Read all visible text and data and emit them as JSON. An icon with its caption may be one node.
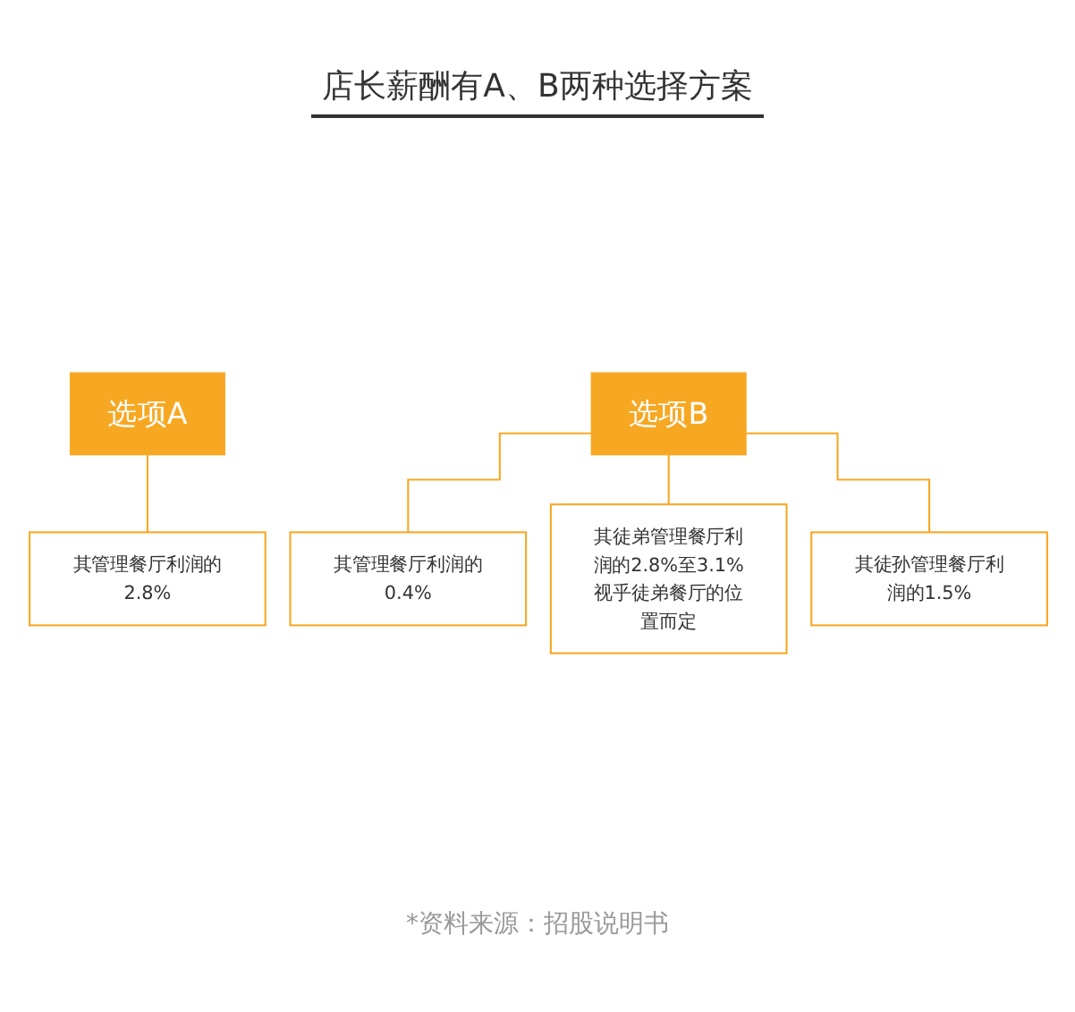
{
  "diagram": {
    "title": "店长薪酬有A、B两种选择方案",
    "nodes": [
      {
        "text": [
          "选项A"
        ]
      },
      {
        "text": [
          "其管理餐厅利润的2.8%"
        ]
      },
      {
        "text": [
          "选项B"
        ]
      },
      {
        "text": [
          "其管理餐厅利润的0.4%"
        ]
      },
      {
        "text": [
          "其徒弟管理餐厅利润的2.8%至3.1%视乎徒弟餐厅的位置而定"
        ]
      },
      {
        "text": [
          "其徒孙管理餐厅利润的1.5%"
        ]
      }
    ],
    "edges": [
      {
        "from": 0,
        "to": 1,
        "arrow": "none"
      },
      {
        "from": 2,
        "to": 3,
        "arrow": "none"
      },
      {
        "from": 2,
        "to": 4,
        "arrow": "none"
      },
      {
        "from": 2,
        "to": 5,
        "arrow": "none"
      }
    ],
    "caption": "*资料来源：招股说明书"
  }
}
